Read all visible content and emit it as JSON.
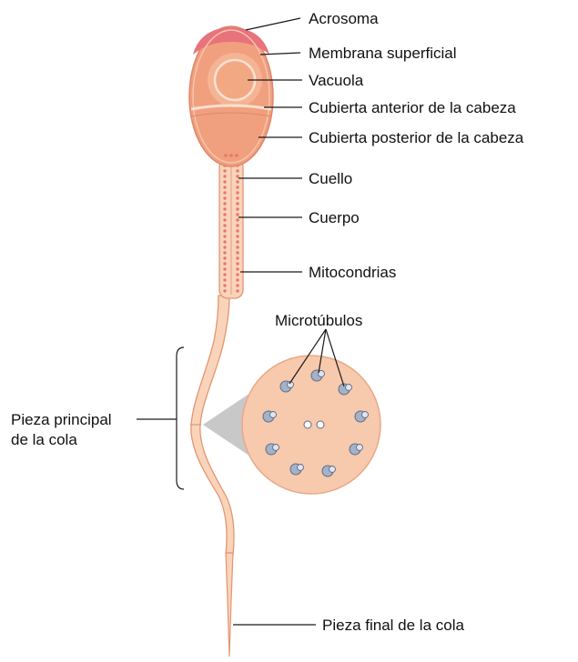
{
  "labels": {
    "acrosoma": "Acrosoma",
    "membrana": "Membrana superficial",
    "vacuola": "Vacuola",
    "cubierta_anterior": "Cubierta anterior de la cabeza",
    "cubierta_posterior": "Cubierta posterior de la cabeza",
    "cuello": "Cuello",
    "cuerpo": "Cuerpo",
    "mitocondrias": "Mitocondrias",
    "microtubulos": "Microtúbulos",
    "pieza_principal_1": "Pieza principal",
    "pieza_principal_2": "de la cola",
    "pieza_final": "Pieza final de la cola"
  },
  "colors": {
    "acrosome": "#e8737c",
    "head": "#f0a07e",
    "head_light": "#f7c6ac",
    "tail": "#f9d4bb",
    "tail_edge": "#e49570",
    "mito_dot": "#e6786e",
    "cross_section": "#f7c9ad",
    "microtubule": "#a4b2c8",
    "shadow_cone": "#c8c8c8"
  }
}
